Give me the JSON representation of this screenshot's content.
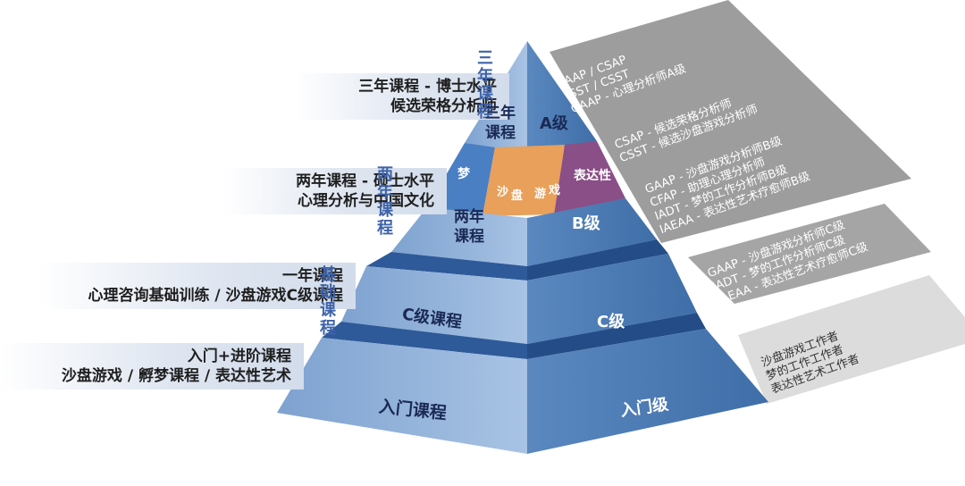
{
  "left_labels": [
    {
      "line1": "三年课程 - 博士水平",
      "line2": "候选荣格分析师"
    },
    {
      "line1": "两年课程 - 硕士水平",
      "line2": "心理分析与中国文化"
    },
    {
      "line1": "一年课程",
      "line2": "心理咨询基础训练 / 沙盘游戏C级课程"
    },
    {
      "line1": "入门+进阶课程",
      "line2": "沙盘游戏 / 孵梦课程 / 表达性艺术"
    }
  ],
  "vertical_labels": {
    "three_year": "三年课程",
    "two_year": "两年课程",
    "basic": "基础课程"
  },
  "pyramid": {
    "tier_a": {
      "left": "三年\n课程",
      "right": "A级"
    },
    "tier_b": {
      "left": "两年\n课程",
      "right": "B级"
    },
    "tier_c": {
      "left": "C级课程",
      "right": "C级"
    },
    "tier_entry": {
      "left": "入门课程",
      "right": "入门级"
    },
    "band": {
      "dream": "梦",
      "sand1": "沙",
      "sand2": "盘",
      "sand3": "游",
      "sand4": "戏",
      "expression": "表达性"
    }
  },
  "right_panels": {
    "a_level": [
      "IAAP / CSAP",
      "ISST / CSST",
      "GAAP - 心理分析师A级"
    ],
    "a_candidate": [
      "CSAP - 候选荣格分析师",
      "CSST - 候选沙盘游戏分析师"
    ],
    "b_level": [
      "GAAP - 沙盘游戏分析师B级",
      "CFAP - 助理心理分析师",
      "IADT - 梦的工作分析师B级",
      "IAEAA - 表达性艺术疗愈师B级"
    ],
    "c_level": [
      "GAAP - 沙盘游戏分析师C级",
      "IADT - 梦的工作分析师C级",
      "IAEAA - 表达性艺术疗愈师C级"
    ],
    "entry_level": [
      "沙盘游戏工作者",
      "梦的工作工作者",
      "表达性艺术工作者"
    ]
  },
  "colors": {
    "pyramid_left": "#8fb0d8",
    "pyramid_right": "#4e7cb3",
    "band_dark": "#2e5a99",
    "dream_blue": "#4a7fc4",
    "sand_orange": "#e8a05a",
    "expression_purple": "#8a4f86",
    "panel_dark": "#9a9a9a",
    "panel_light": "#d9d9d9"
  }
}
